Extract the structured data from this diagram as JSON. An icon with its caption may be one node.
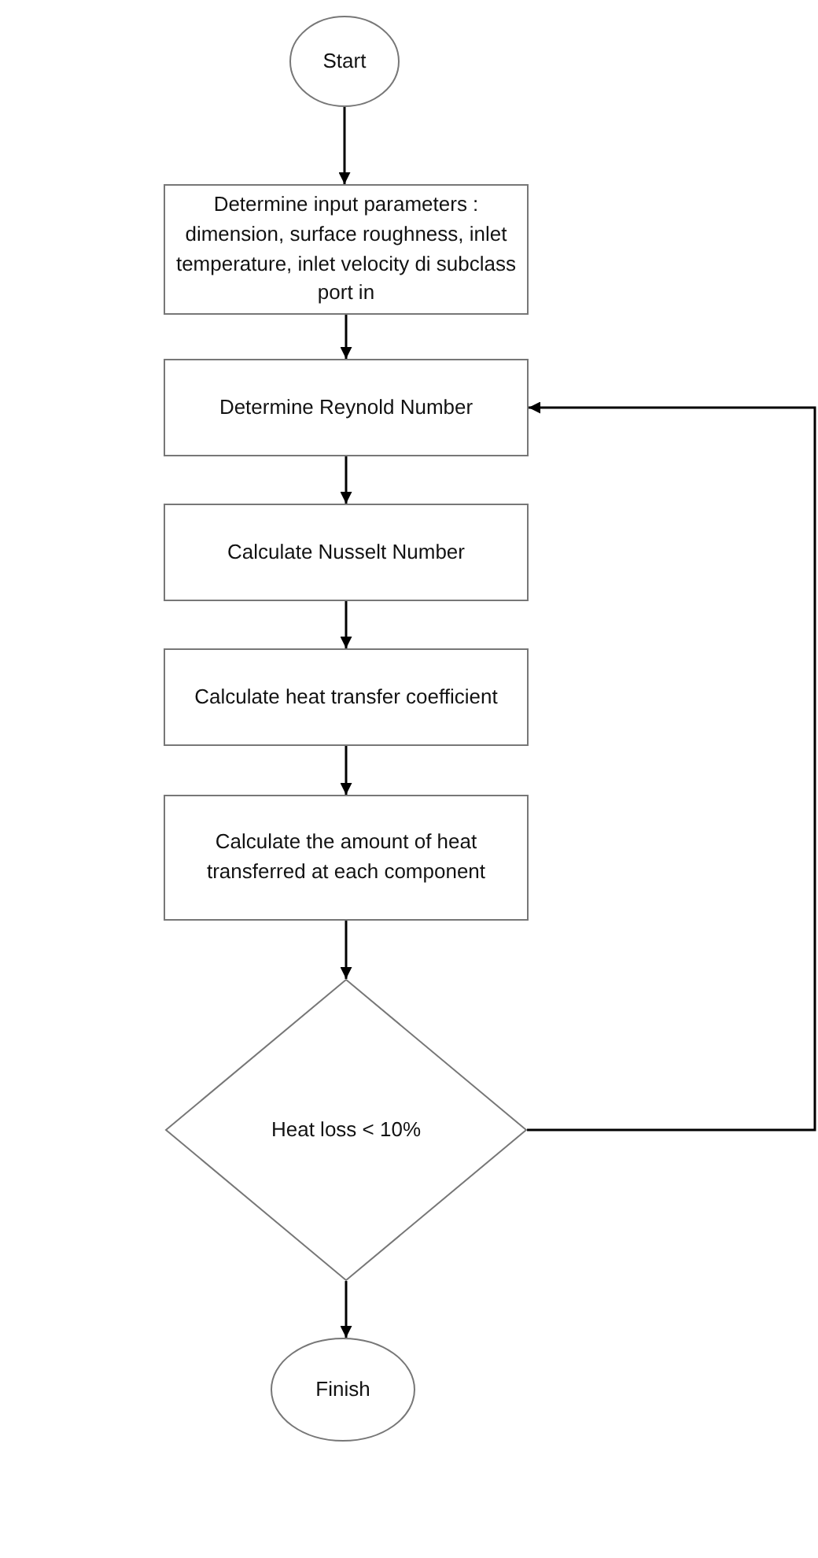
{
  "diagram": {
    "nodes": [
      {
        "text": [
          "Start"
        ]
      },
      {
        "text": [
          "Determine input parameters : dimension, surface roughness, inlet temperature, inlet velocity di subclass port in"
        ]
      },
      {
        "text": [
          "Determine Reynold Number"
        ]
      },
      {
        "text": [
          "Calculate Nusselt Number"
        ]
      },
      {
        "text": [
          "Calculate heat transfer coefficient"
        ]
      },
      {
        "text": [
          "Calculate the amount of heat transferred at each component"
        ]
      },
      {
        "text": [
          "Heat loss < 10%"
        ]
      },
      {
        "text": [
          "Finish"
        ]
      }
    ],
    "edges": [
      {
        "from": 0,
        "to": 1,
        "arrow": "to"
      },
      {
        "from": 1,
        "to": 2,
        "arrow": "to"
      },
      {
        "from": 2,
        "to": 3,
        "arrow": "to"
      },
      {
        "from": 3,
        "to": 4,
        "arrow": "to"
      },
      {
        "from": 4,
        "to": 5,
        "arrow": "to"
      },
      {
        "from": 5,
        "to": 6,
        "arrow": "to"
      },
      {
        "from": 6,
        "to": 2,
        "arrow": "to"
      },
      {
        "from": 6,
        "to": 7,
        "arrow": "to"
      }
    ]
  }
}
